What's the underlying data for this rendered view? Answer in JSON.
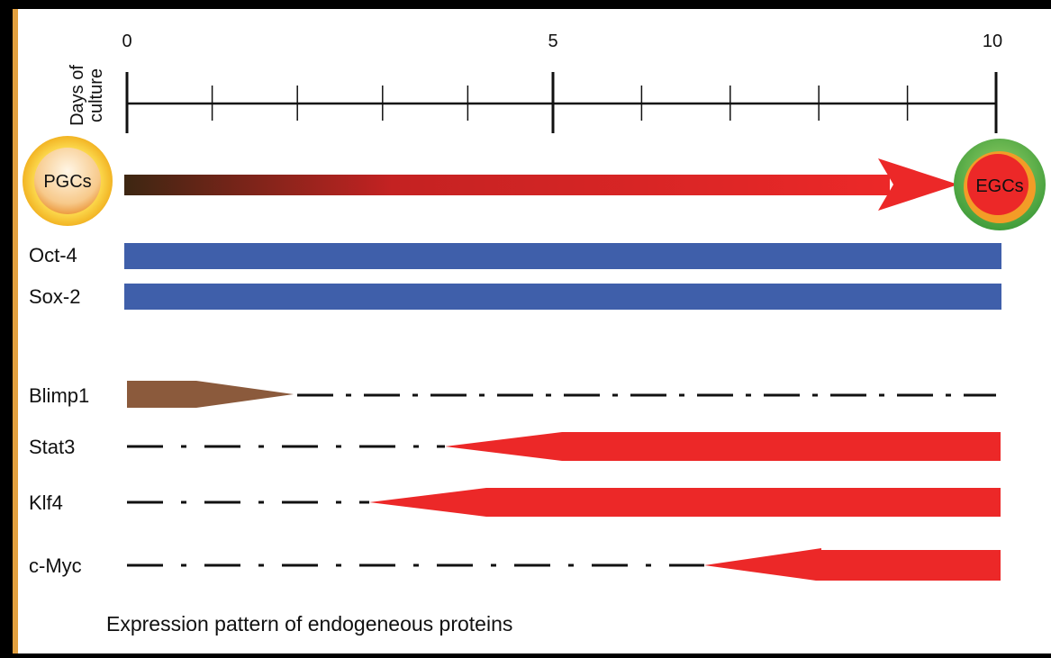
{
  "timeline": {
    "axis_label_line1": "Days of",
    "axis_label_line2": "culture",
    "tick_labels": [
      "0",
      "5",
      "10"
    ],
    "days_min": 0,
    "days_max": 10
  },
  "cells": {
    "start": "PGCs",
    "end": "EGCs"
  },
  "genes": [
    {
      "name": "Oct-4",
      "style": "constant",
      "color": "#3f5faa"
    },
    {
      "name": "Sox-2",
      "style": "constant",
      "color": "#3f5faa"
    },
    {
      "name": "Blimp1",
      "style": "decreasing",
      "color": "#8b5a3c"
    },
    {
      "name": "Stat3",
      "style": "increasing",
      "color": "#ec2828"
    },
    {
      "name": "Klf4",
      "style": "increasing",
      "color": "#ec2828"
    },
    {
      "name": "c-Myc",
      "style": "increasing",
      "color": "#ec2828"
    }
  ],
  "caption": "Expression pattern of endogeneous proteins",
  "colors": {
    "gradient_start": "#3d2612",
    "gradient_end": "#ec2828",
    "pgc_outer": "#f6c93a",
    "egc_outer": "#5cb648",
    "egc_inner": "#ec2828"
  }
}
